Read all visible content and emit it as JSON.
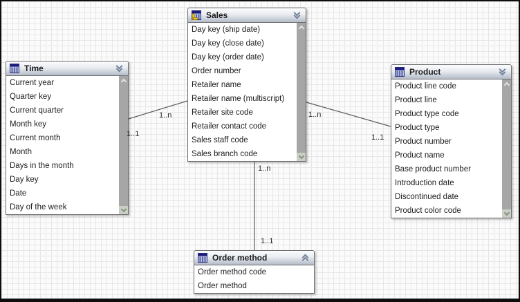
{
  "diagram": {
    "kind": "entity-relationship-model",
    "colors": {
      "frame": "#0e0e0e",
      "grid_line": "#e7e7e7",
      "canvas_bg": "#fbfbfb",
      "header_gradient_top": "#fcfdfe",
      "header_gradient_bottom": "#b4bcc8",
      "relationship_line": "#5a5a5a",
      "table_icon_navy": "#1c1c7e",
      "table_icon_column": "#5a66b0",
      "fact_icon_yellow": "#f2cc1e",
      "scrollbar_track": "#a6a6a6"
    }
  },
  "tables": [
    {
      "id": "time",
      "title": "Time",
      "icon": "table-icon",
      "collapse_icon": "chevron-double-down-icon",
      "scrollable": true,
      "fields": [
        "Current year",
        "Quarter key",
        "Current quarter",
        "Month key",
        "Current month",
        "Month",
        "Days in the month",
        "Day key",
        "Date",
        "Day of the week"
      ]
    },
    {
      "id": "sales",
      "title": "Sales",
      "icon": "fact-table-icon",
      "collapse_icon": "chevron-double-down-icon",
      "scrollable": true,
      "fields": [
        "Day key (ship date)",
        "Day key (close date)",
        "Day key (order date)",
        "Order number",
        "Retailer name",
        "Retailer name (multiscript)",
        "Retailer site code",
        "Retailer contact code",
        "Sales staff code",
        "Sales branch code"
      ]
    },
    {
      "id": "product",
      "title": "Product",
      "icon": "table-icon",
      "collapse_icon": "chevron-double-down-icon",
      "scrollable": true,
      "fields": [
        "Product line code",
        "Product line",
        "Product type code",
        "Product type",
        "Product number",
        "Product name",
        "Base product number",
        "Introduction date",
        "Discontinued date",
        "Product color code"
      ]
    },
    {
      "id": "order-method",
      "title": "Order method",
      "icon": "table-icon",
      "collapse_icon": "chevron-double-up-icon",
      "scrollable": false,
      "fields": [
        "Order method code",
        "Order method"
      ]
    }
  ],
  "relationships": [
    {
      "from": "time",
      "to": "sales",
      "from_cardinality": "1..1",
      "to_cardinality": "1..n"
    },
    {
      "from": "sales",
      "to": "product",
      "from_cardinality": "1..n",
      "to_cardinality": "1..1"
    },
    {
      "from": "sales",
      "to": "order-method",
      "from_cardinality": "1..n",
      "to_cardinality": "1..1"
    }
  ]
}
